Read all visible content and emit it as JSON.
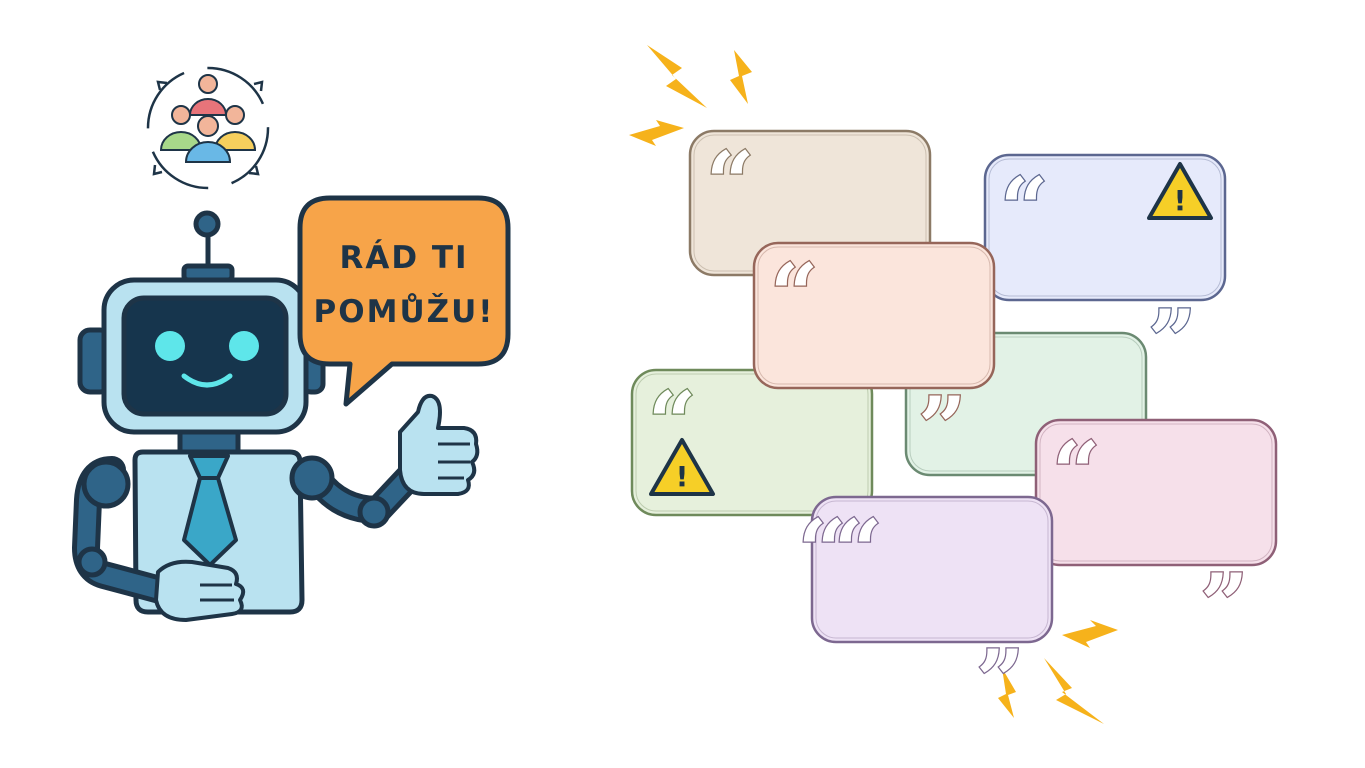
{
  "speech_bubble": {
    "line1": "RÁD TI",
    "line2": "POMŮŽU!"
  },
  "icons": {
    "team": "team-cycle-icon",
    "warning": "warning-icon",
    "quote": "quote-icon",
    "lightning": "lightning-icon"
  },
  "glyphs": {
    "quote_open": "“",
    "quote_close": "”",
    "warning": "!"
  },
  "colors": {
    "outline": "#1e3447",
    "robot_dark": "#2f6488",
    "robot_light": "#b9e2f0",
    "robot_face": "#16354d",
    "robot_eyes": "#5ee6ea",
    "tie": "#3aa7c8",
    "speech_bubble": "#f7a449",
    "lightning": "#f6b21b",
    "warning_yellow": "#f6cf27"
  },
  "cards": [
    {
      "id": "card-tan",
      "fill": "#efe5d9",
      "stroke": "#8c7a66",
      "warning": false
    },
    {
      "id": "card-blue",
      "fill": "#e6eafb",
      "stroke": "#5c6790",
      "warning": true
    },
    {
      "id": "card-mint",
      "fill": "#e2f2e6",
      "stroke": "#6b8a72",
      "warning": false
    },
    {
      "id": "card-green",
      "fill": "#e6f0dc",
      "stroke": "#6f8a5b",
      "warning": true
    },
    {
      "id": "card-peach",
      "fill": "#fbe5dc",
      "stroke": "#96665a",
      "warning": false
    },
    {
      "id": "card-pink",
      "fill": "#f6e0ea",
      "stroke": "#8f6077",
      "warning": false
    },
    {
      "id": "card-purple",
      "fill": "#eee2f5",
      "stroke": "#7d6890",
      "warning": false
    }
  ]
}
